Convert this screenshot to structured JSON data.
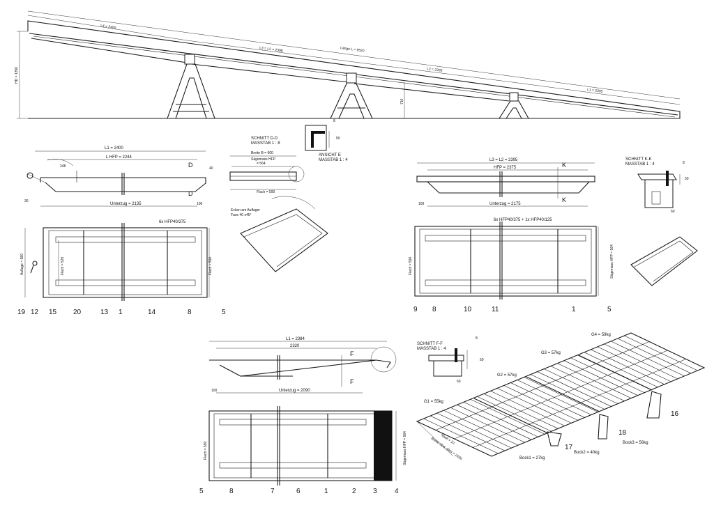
{
  "top_view": {
    "l4": "L4 = 2400",
    "l3": "L3 = L2 = 2398",
    "total": "Länge L = 9520",
    "l2": "L2 = 2395",
    "l1": "L1 = 2395",
    "hd": "HD = 1350",
    "h1": "710"
  },
  "sec_dd": {
    "title": "SCHNITT D-D",
    "scale": "MASSTAB 1 : 8",
    "breite": "Breite B = 600",
    "saege": "Sägemass HFP",
    "saege2": "= 564",
    "flach": "Flach = 590"
  },
  "ans_e": {
    "title": "ANSICHT E",
    "scale": "MASSTAB 1 : 4",
    "d1": "8",
    "d2": "50"
  },
  "sec_kk": {
    "title": "SCHNITT K-K",
    "scale": "MASSTAB 1 : 4",
    "d1": "8",
    "d2": "50",
    "d3": "60"
  },
  "sec_ff": {
    "title": "SCHNITT F-F",
    "scale": "MASSTAB 1 : 4",
    "d1": "8",
    "d2": "50",
    "d3": "60"
  },
  "mod1": {
    "l1": "L1 = 2400",
    "lhfp": "L HFP = 2244",
    "unterzug": "Unterzug = 2135",
    "d248": "248",
    "d100": "100",
    "d40": "40",
    "d30": "30",
    "cut": "D",
    "hfp": "6x HFP40/375",
    "auflage": "Auflage = 580",
    "flach_l": "Flach = 520",
    "flach_r": "Flach = 590",
    "e1": "Ecken am Auflager",
    "e2": "Fase 40 x45°"
  },
  "mod2": {
    "l3": "L3 = L2 = 2395",
    "hfp": "HFP = 2375",
    "unterzug": "Unterzug = 2175",
    "d100": "100",
    "cut": "K",
    "hfp_note": "6x HFP40/375 + 1x HFP40/125",
    "flach": "Flach = 590",
    "saege": "Sägemass HFP = 564"
  },
  "mod3": {
    "l1": "L1 = 2384",
    "d2320": "2320",
    "unterzug": "Unterzug = 2090",
    "d100": "100",
    "cut": "F",
    "flach": "Flach = 590",
    "saege": "Sägemass HFP = 564"
  },
  "weights": {
    "g1": "G1 = 55kg",
    "g2": "G2 = 57kg",
    "g3": "G3 = 57kg",
    "g4": "G4 = 59kg",
    "b1": "Bock1 = 27kg",
    "b2": "Bock2 = 40kg",
    "b3": "Bock3 = 56kg",
    "spalt": "Spalt = 10",
    "breite": "Breite über alles = 2430"
  },
  "callouts": {
    "c19": "19",
    "c12": "12",
    "c15": "15",
    "c20": "20",
    "c13": "13",
    "c1a": "1",
    "c14": "14",
    "c8a": "8",
    "c5a": "5",
    "c9": "9",
    "c8b": "8",
    "c10": "10",
    "c11": "11",
    "c1b": "1",
    "c5b": "5",
    "c5c": "5",
    "c8c": "8",
    "c7": "7",
    "c6": "6",
    "c1c": "1",
    "c2": "2",
    "c3": "3",
    "c4": "4",
    "c16": "16",
    "c17": "17",
    "c18": "18"
  }
}
